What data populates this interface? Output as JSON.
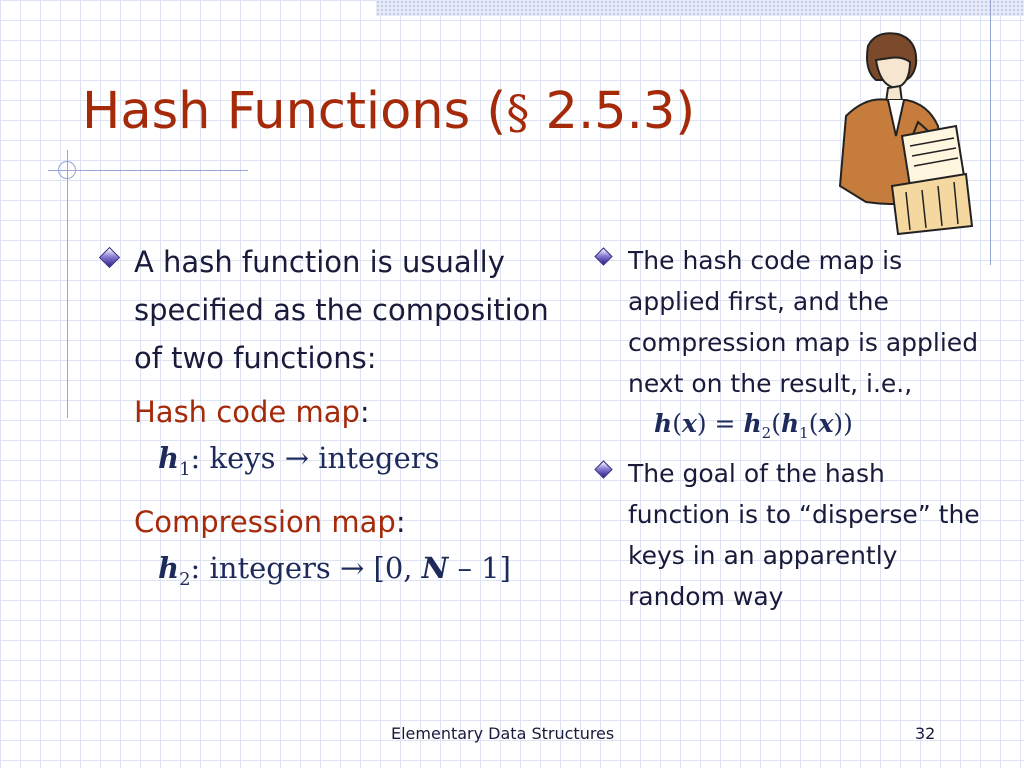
{
  "title": {
    "text": "Hash Functions (",
    "section_symbol": "§",
    "number": " 2.5.3)"
  },
  "left": {
    "bullet_text": "A hash function is usually specified as the composition of two functions:",
    "hash_code": {
      "label": "Hash code map",
      "colon": ":",
      "var": "h",
      "sub": "1",
      "rest": ": keys → integers"
    },
    "compression": {
      "label": "Compression map",
      "colon": ":",
      "var": "h",
      "sub": "2",
      "rest_a": ": integers → [0, ",
      "var_n": "N",
      "rest_b": " – 1]"
    }
  },
  "right": {
    "bullet1": "The hash code map is applied first, and the compression map is applied next on the result, i.e.,",
    "formula": {
      "h": "h",
      "open": "(",
      "x": "x",
      "eq": ") = ",
      "h2": "h",
      "sub2": "2",
      "open2": "(",
      "h1": "h",
      "sub1": "1",
      "open3": "(",
      "x2": "x",
      "close": "))"
    },
    "bullet2": "The goal of the hash function is to “disperse” the keys in an apparently random way"
  },
  "footer": {
    "center": "Elementary Data Structures",
    "page": "32"
  },
  "colors": {
    "title": "#a52a0a",
    "body": "#1a1a3a",
    "grid": "#dde3f3",
    "accent": "#2b1c8a"
  },
  "icons": {
    "bullet": "diamond-bullet-icon",
    "clipart": "woman-filing-clipart"
  }
}
